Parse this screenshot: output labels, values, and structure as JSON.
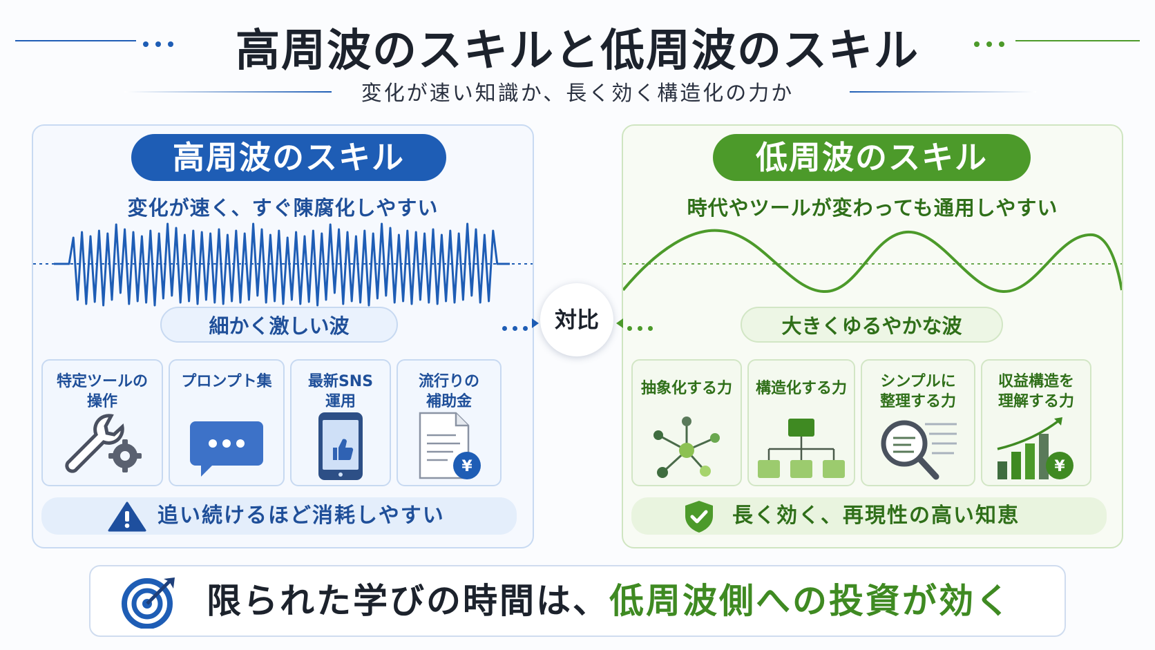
{
  "header": {
    "title": "高周波のスキルと低周波のスキル",
    "subtitle": "変化が速い知識か、長く効く構造化の力か"
  },
  "left_panel": {
    "title": "高周波のスキル",
    "subtitle": "変化が速く、すぐ陳腐化しやすい",
    "wave_label": "細かく激しい波",
    "cards": [
      {
        "label": "特定ツールの\n操作",
        "icon": "wrench-gear-icon"
      },
      {
        "label": "プロンプト集",
        "icon": "chat-bubble-icon"
      },
      {
        "label": "最新SNS\n運用",
        "icon": "smartphone-thumbs-up-icon"
      },
      {
        "label": "流行りの\n補助金",
        "icon": "document-yen-icon"
      }
    ],
    "footer": "追い続けるほど消耗しやすい",
    "footer_icon": "warning-icon",
    "accent": "#1e5db5"
  },
  "center": {
    "label": "対比"
  },
  "right_panel": {
    "title": "低周波のスキル",
    "subtitle": "時代やツールが変わっても通用しやすい",
    "wave_label": "大きくゆるやかな波",
    "cards": [
      {
        "label": "抽象化する力",
        "icon": "network-nodes-icon"
      },
      {
        "label": "構造化する力",
        "icon": "hierarchy-icon"
      },
      {
        "label": "シンプルに\n整理する力",
        "icon": "magnifier-icon"
      },
      {
        "label": "収益構造を\n理解する力",
        "icon": "bar-chart-yen-icon"
      }
    ],
    "footer": "長く効く、再現性の高い知恵",
    "footer_icon": "shield-check-icon",
    "accent": "#4c9a2a"
  },
  "bottom": {
    "text_dark": "限られた学びの時間は、",
    "text_green": "低周波側への投資が効く",
    "icon": "target-icon"
  }
}
